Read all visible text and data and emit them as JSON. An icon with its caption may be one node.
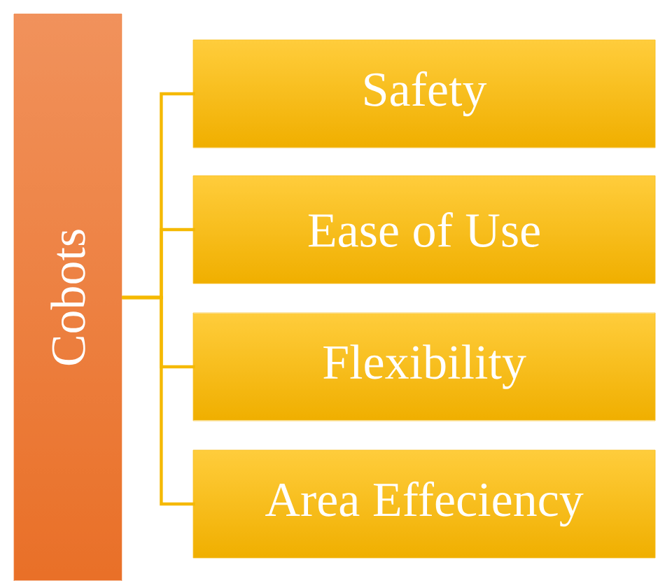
{
  "diagram": {
    "nodes": [
      {
        "text": [
          "Cobots"
        ]
      },
      {
        "text": [
          "Safety"
        ]
      },
      {
        "text": [
          "Ease of Use"
        ]
      },
      {
        "text": [
          "Flexibility"
        ]
      },
      {
        "text": [
          "Area Effeciency"
        ]
      }
    ],
    "edges": [
      {
        "from": 0,
        "to": 1,
        "arrow": "none"
      },
      {
        "from": 0,
        "to": 2,
        "arrow": "none"
      },
      {
        "from": 0,
        "to": 3,
        "arrow": "none"
      },
      {
        "from": 0,
        "to": 4,
        "arrow": "none"
      }
    ]
  }
}
